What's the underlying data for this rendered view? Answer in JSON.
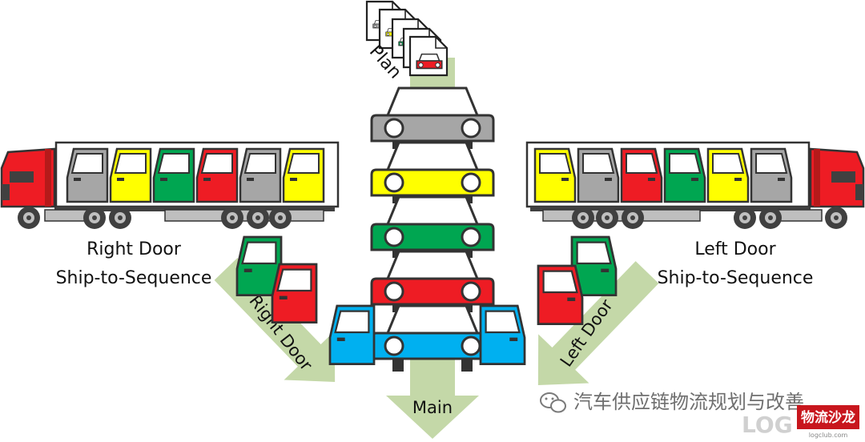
{
  "labels": {
    "plan": "Plan",
    "right_title_line1": "Right Door",
    "right_title_line2": "Ship-to-Sequence",
    "left_title_line1": "Left Door",
    "left_title_line2": "Ship-to-Sequence",
    "right_arrow": "Right Door",
    "left_arrow": "Left Door",
    "main_arrow": "Main"
  },
  "watermark": {
    "text": "汽车供应链物流规划与改善",
    "logo_text": "LOG",
    "badge_text": "物流沙龙",
    "badge_sub": "logclub.com"
  },
  "colors": {
    "red": "#ee1c24",
    "yellow": "#ffff00",
    "green": "#00a651",
    "gray": "#a6a6a6",
    "blue": "#00b0f0",
    "arrow": "#c4d8a8"
  },
  "sequence": [
    "gray",
    "yellow",
    "green",
    "red",
    "blue"
  ],
  "plan_cards": [
    "gray",
    "yellow",
    "green",
    "red"
  ],
  "right_truck_doors": [
    "gray",
    "yellow",
    "green",
    "red",
    "gray",
    "yellow"
  ],
  "left_truck_doors": [
    "yellow",
    "gray",
    "red",
    "green",
    "yellow",
    "gray"
  ]
}
